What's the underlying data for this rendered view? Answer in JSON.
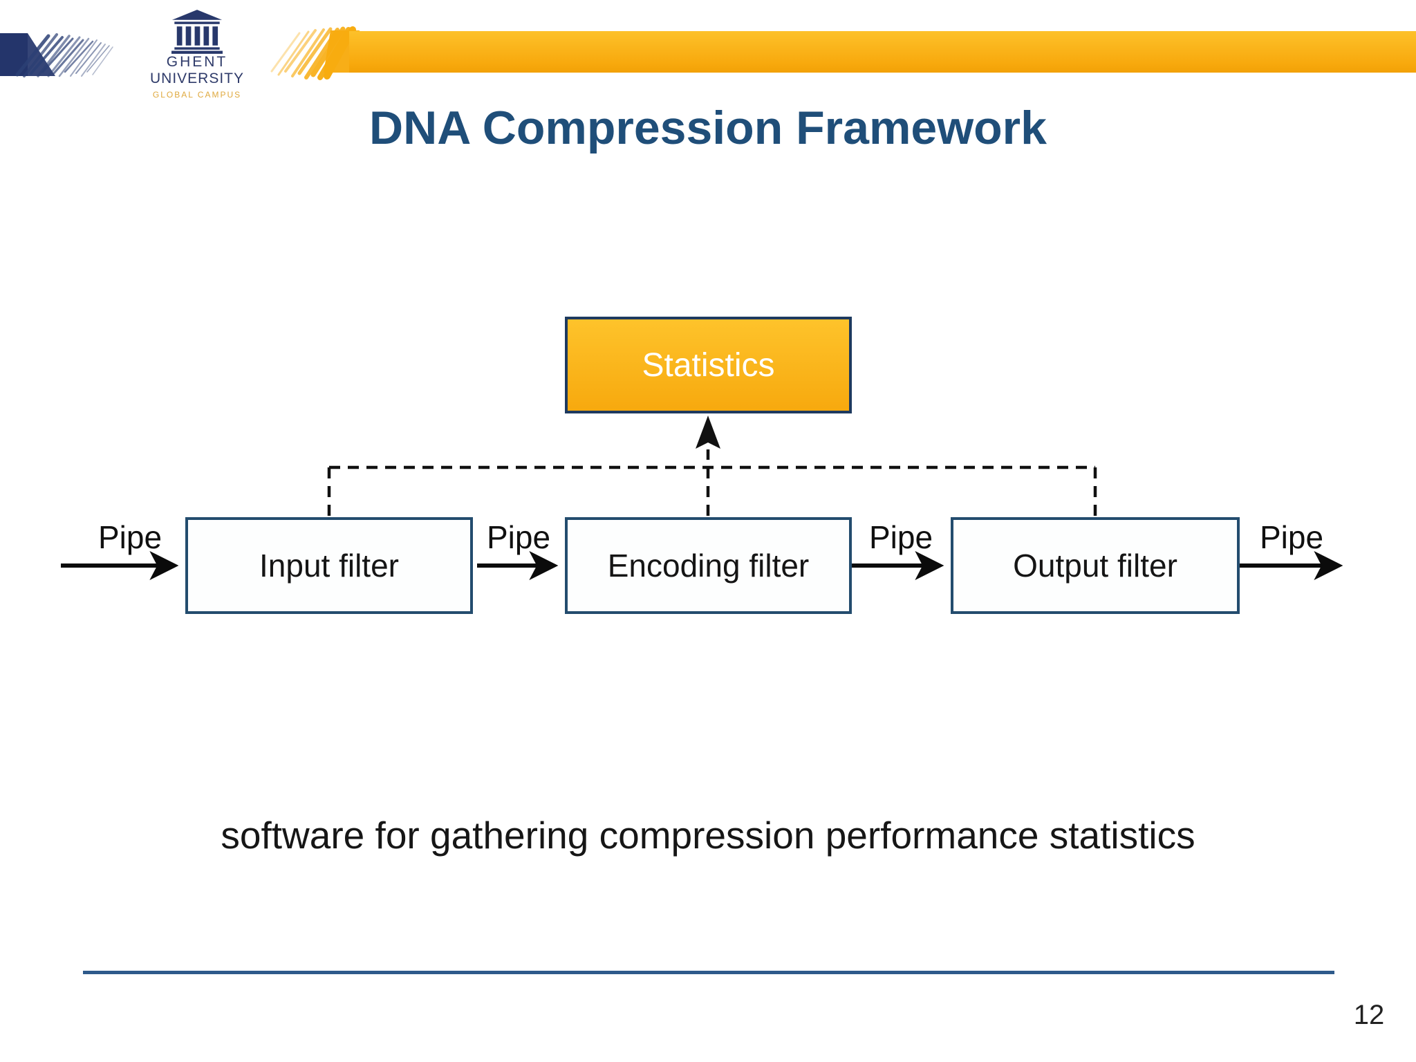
{
  "header": {
    "logo": {
      "line1": "GHENT",
      "line2": "UNIVERSITY",
      "line3": "GLOBAL CAMPUS"
    },
    "brand_colors": {
      "blue": "#24356B",
      "gold": "#F8A90D"
    }
  },
  "title": "DNA Compression Framework",
  "diagram": {
    "statistics_label": "Statistics",
    "boxes": [
      {
        "label": "Input filter"
      },
      {
        "label": "Encoding filter"
      },
      {
        "label": "Output filter"
      }
    ],
    "pipe_labels": [
      "Pipe",
      "Pipe",
      "Pipe",
      "Pipe"
    ],
    "colors": {
      "title_blue": "#1F4E79",
      "filter_box_border": "#234C6E",
      "statistics_fill": "#F9B018",
      "statistics_border": "#1E3A5F",
      "connector_black": "#111111"
    }
  },
  "caption": "software for gathering compression performance statistics",
  "footer": {
    "page_number": "12",
    "rule_color": "#2E5A8B"
  }
}
